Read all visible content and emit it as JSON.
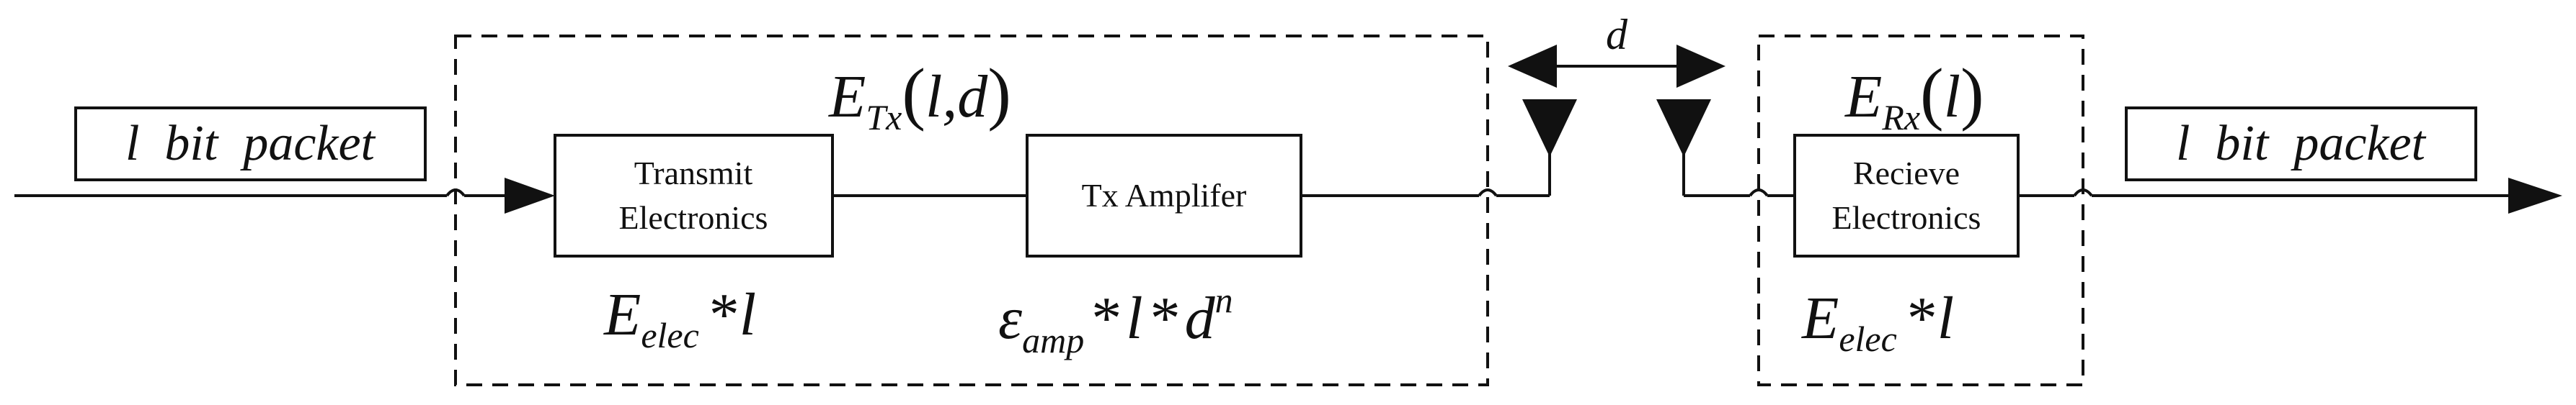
{
  "input_packet": {
    "label": "l  bit  packet"
  },
  "output_packet": {
    "label": "l  bit  packet"
  },
  "transmit_electronics": {
    "line1": "Transmit",
    "line2": "Electronics"
  },
  "tx_amplifier": {
    "label": "Tx Amplifer"
  },
  "receive_electronics": {
    "line1": "Recieve",
    "line2": "Electronics"
  },
  "distance": {
    "label": "d"
  },
  "tx_energy": {
    "symbol": "E",
    "subscript": "Tx",
    "args": "l,d"
  },
  "rx_energy": {
    "symbol": "E",
    "subscript": "Rx",
    "args": "l"
  },
  "tx_elec_energy": {
    "symbol": "E",
    "subscript": "elec",
    "op": "*",
    "var": "l"
  },
  "amp_energy": {
    "symbol": "ε",
    "subscript": "amp",
    "op1": "*",
    "var": "l",
    "op2": "*",
    "dist": "d",
    "exponent": "n"
  },
  "rx_elec_energy": {
    "symbol": "E",
    "subscript": "elec",
    "op": "*",
    "var": "l"
  }
}
